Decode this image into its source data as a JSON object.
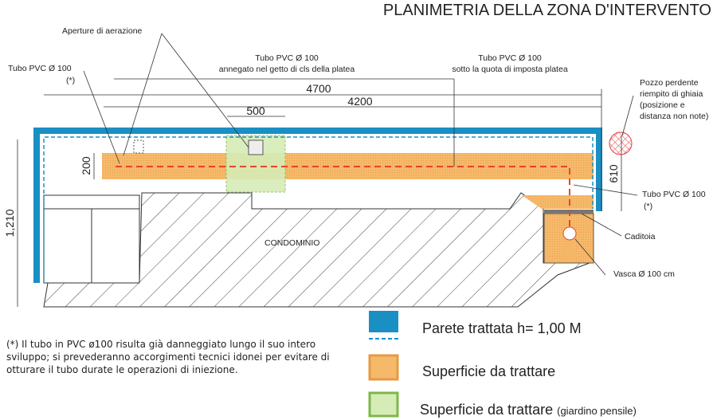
{
  "title": "PLANIMETRIA DELLA ZONA D'INTERVENTO",
  "labels": {
    "aperture": "Aperture di aerazione",
    "tubo_left": "Tubo PVC Ø 100",
    "tubo_left_note": "(*)",
    "tubo_mid_1": "Tubo PVC Ø 100",
    "tubo_mid_2": "annegato nel getto di cls della platea",
    "tubo_right_1": "Tubo PVC Ø 100",
    "tubo_right_2": "sotto la quota di imposta platea",
    "pozzo_1": "Pozzo perdente",
    "pozzo_2": "riempito di ghiaia",
    "pozzo_3": "(posizione e",
    "pozzo_4": "distanza non note)",
    "tubo_lower": "Tubo PVC Ø 100",
    "tubo_lower_note": "(*)",
    "caditoia": "Caditoia",
    "vasca": "Vasca Ø 100 cm",
    "condominio": "CONDOMINIO"
  },
  "dimensions": {
    "d4700": "4700",
    "d4200": "4200",
    "d500": "500",
    "d200": "200",
    "d1210": "1,210",
    "d610": "610"
  },
  "footnote": "(*) Il tubo in PVC ø100 risulta già danneggiato lungo il suo intero sviluppo; si prevederanno accorgimenti tecnici idonei per evitare di otturare il tubo durate le operazioni di iniezione.",
  "legend": {
    "wall": "Parete trattata h= 1,00 M",
    "surface": "Superficie da trattare",
    "garden": "Superficie da trattare",
    "garden_note": "(giardino pensile)"
  },
  "colors": {
    "wall": "#1a8fc4",
    "surface": "#f6b96a",
    "garden": "#d6ecb6",
    "pipe": "#e8452c"
  }
}
